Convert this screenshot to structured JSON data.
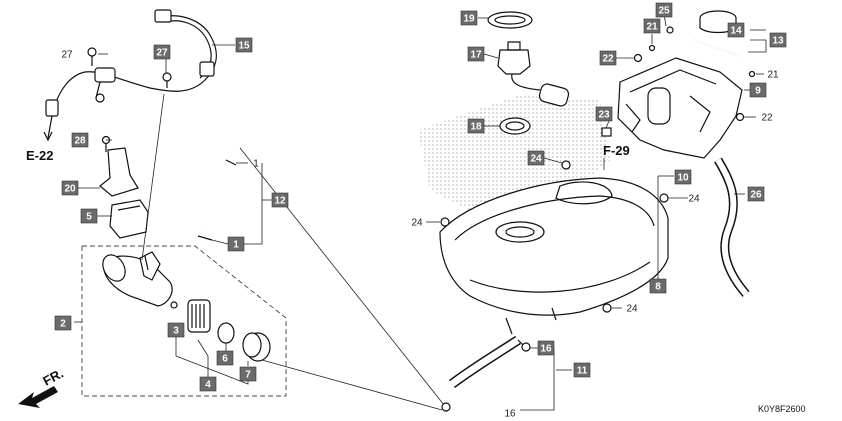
{
  "diagram": {
    "code": "K0Y8F2600",
    "direction_label": "FR.",
    "ref_e22": "E-22",
    "ref_f29": "F-29",
    "callouts": [
      {
        "id": "c1a",
        "text": "1",
        "boxed": false
      },
      {
        "id": "c1b",
        "text": "1",
        "boxed": true
      },
      {
        "id": "c2",
        "text": "2",
        "boxed": true
      },
      {
        "id": "c3",
        "text": "3",
        "boxed": true
      },
      {
        "id": "c4",
        "text": "4",
        "boxed": true
      },
      {
        "id": "c5",
        "text": "5",
        "boxed": true
      },
      {
        "id": "c6",
        "text": "6",
        "boxed": true
      },
      {
        "id": "c7",
        "text": "7",
        "boxed": true
      },
      {
        "id": "c8",
        "text": "8",
        "boxed": true
      },
      {
        "id": "c9",
        "text": "9",
        "boxed": true
      },
      {
        "id": "c10",
        "text": "10",
        "boxed": true
      },
      {
        "id": "c11",
        "text": "11",
        "boxed": true
      },
      {
        "id": "c12",
        "text": "12",
        "boxed": true
      },
      {
        "id": "c13",
        "text": "13",
        "boxed": true
      },
      {
        "id": "c14",
        "text": "14",
        "boxed": true
      },
      {
        "id": "c15",
        "text": "15",
        "boxed": true
      },
      {
        "id": "c16a",
        "text": "16",
        "boxed": true
      },
      {
        "id": "c16b",
        "text": "16",
        "boxed": false
      },
      {
        "id": "c17",
        "text": "17",
        "boxed": true
      },
      {
        "id": "c18",
        "text": "18",
        "boxed": true
      },
      {
        "id": "c19",
        "text": "19",
        "boxed": true
      },
      {
        "id": "c20",
        "text": "20",
        "boxed": true
      },
      {
        "id": "c21a",
        "text": "21",
        "boxed": true
      },
      {
        "id": "c21b",
        "text": "21",
        "boxed": false
      },
      {
        "id": "c22a",
        "text": "22",
        "boxed": true
      },
      {
        "id": "c22b",
        "text": "22",
        "boxed": false
      },
      {
        "id": "c23",
        "text": "23",
        "boxed": true
      },
      {
        "id": "c24a",
        "text": "24",
        "boxed": true
      },
      {
        "id": "c24b",
        "text": "24",
        "boxed": false
      },
      {
        "id": "c24c",
        "text": "24",
        "boxed": false
      },
      {
        "id": "c24d",
        "text": "24",
        "boxed": false
      },
      {
        "id": "c25",
        "text": "25",
        "boxed": true
      },
      {
        "id": "c26",
        "text": "26",
        "boxed": true
      },
      {
        "id": "c27a",
        "text": "27",
        "boxed": false
      },
      {
        "id": "c27b",
        "text": "27",
        "boxed": true
      },
      {
        "id": "c28",
        "text": "28",
        "boxed": true
      }
    ]
  }
}
